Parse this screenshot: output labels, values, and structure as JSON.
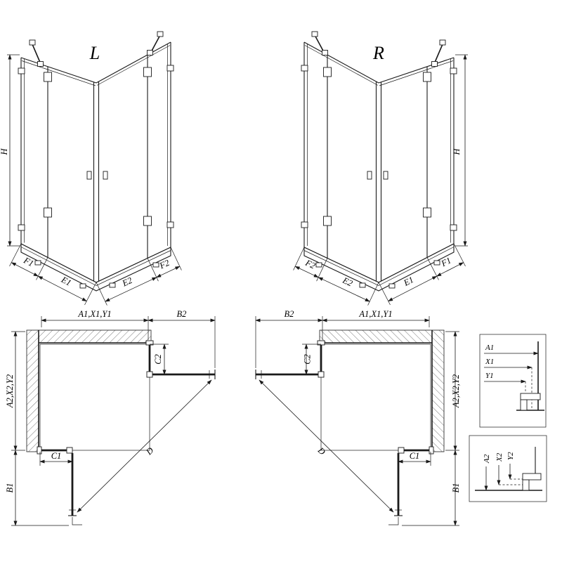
{
  "drawing": {
    "background": "#ffffff",
    "line_color": "#1a1a1a"
  },
  "views": {
    "perspective_left": {
      "label": "L",
      "dims": {
        "height": "H",
        "f1": "F1",
        "e1": "E1",
        "e2": "E2",
        "f2": "F2"
      }
    },
    "perspective_right": {
      "label": "R",
      "dims": {
        "height": "H",
        "f1": "F1",
        "e1": "E1",
        "e2": "E2",
        "f2": "F2"
      }
    },
    "plan_left": {
      "dims": {
        "top_width": "A1,X1,Y1",
        "door_extension_top": "B2",
        "side_depth": "A2,X2,Y2",
        "door_extension_side": "B1",
        "fixed_bottom": "C1",
        "fixed_right": "C2",
        "entry_diagonal": "D"
      }
    },
    "plan_right": {
      "dims": {
        "top_width": "A1,X1,Y1",
        "door_extension_top": "B2",
        "side_depth": "A2,X2,Y2",
        "door_extension_side": "B1",
        "fixed_bottom": "C1",
        "fixed_right": "C2",
        "entry_diagonal": "D"
      }
    },
    "detail_width": {
      "dims": [
        "A1",
        "X1",
        "Y1"
      ]
    },
    "detail_depth": {
      "dims": [
        "A2",
        "X2",
        "Y2"
      ]
    }
  }
}
